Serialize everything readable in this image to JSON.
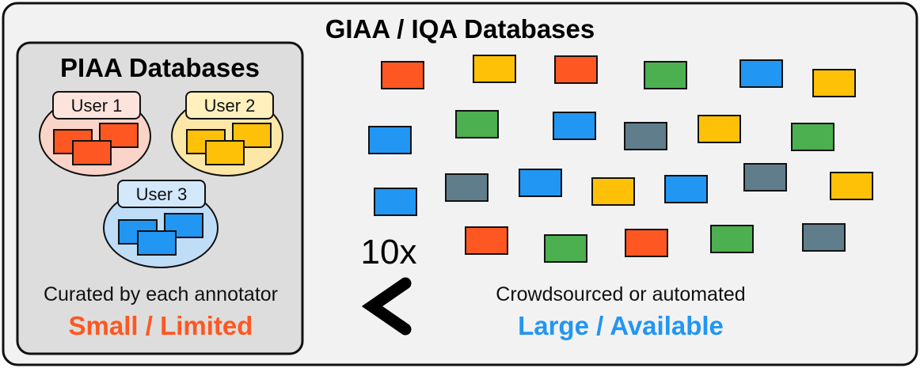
{
  "outer": {
    "title": "GIAA / IQA Databases",
    "caption": "Crowdsourced or automated",
    "size_label": "Large / Available"
  },
  "inner": {
    "title": "PIAA Databases",
    "caption": "Curated by each annotator",
    "size_label": "Small / Limited",
    "users": [
      {
        "label": "User 1",
        "color": "orange"
      },
      {
        "label": "User 2",
        "color": "yellow"
      },
      {
        "label": "User 3",
        "color": "blue"
      }
    ]
  },
  "comparison": {
    "ratio": "10x",
    "symbol": "<"
  },
  "palette": {
    "orange": "#FF5722",
    "yellow": "#FFC107",
    "green": "#4CAF50",
    "blue": "#2196F3",
    "gray": "#607D8B",
    "small_label_color": "#FF5722",
    "large_label_color": "#2196F3",
    "outer_fill": "#F2F2F2",
    "inner_fill": "#DDDDDD"
  },
  "giaa_items": [
    "orange",
    "yellow",
    "orange",
    "green",
    "blue",
    "yellow",
    "blue",
    "green",
    "blue",
    "gray",
    "yellow",
    "green",
    "blue",
    "gray",
    "blue",
    "yellow",
    "blue",
    "gray",
    "yellow",
    "orange",
    "green",
    "orange",
    "green",
    "gray"
  ]
}
